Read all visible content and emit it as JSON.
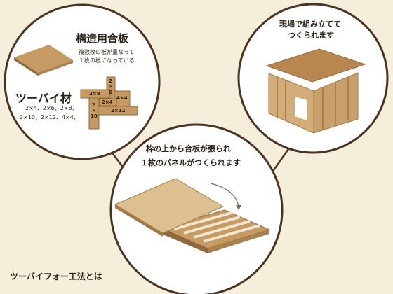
{
  "structural_plywood": {
    "title": "構造用合板",
    "desc_line1": "複数枚の板が重なって",
    "desc_line2": "１枚の板になっている"
  },
  "two_by_four": {
    "title": "ツーバイ材",
    "sizes_line1": "2×4、2×6、2×8、",
    "sizes_line2": "2×10、2×12、4×4、",
    "lumber_labels": {
      "l_2x8": "2×8",
      "l_2x6_a": "2",
      "l_2x6_b": "×",
      "l_2x6_c": "6",
      "l_4x4": "4×4",
      "l_2x4": "2×4",
      "l_2x12": "2×12",
      "l_2x10_a": "2",
      "l_2x10_b": "×",
      "l_2x10_c": "10"
    }
  },
  "site_assembly": {
    "line1": "現場で組み立てて",
    "line2": "つくられます"
  },
  "panel": {
    "line1": "枠の上から合板が張られ",
    "line2": "１枚のパネルがつくられます"
  },
  "page_title": "ツーバイフォー工法とは",
  "colors": {
    "background": "#f4eedb",
    "circle_fill": "#ffffff",
    "circle_stroke": "#4a3322",
    "wood": "#c69a63",
    "wood_dark": "#8e6a3e",
    "wood_light": "#dcc090"
  }
}
